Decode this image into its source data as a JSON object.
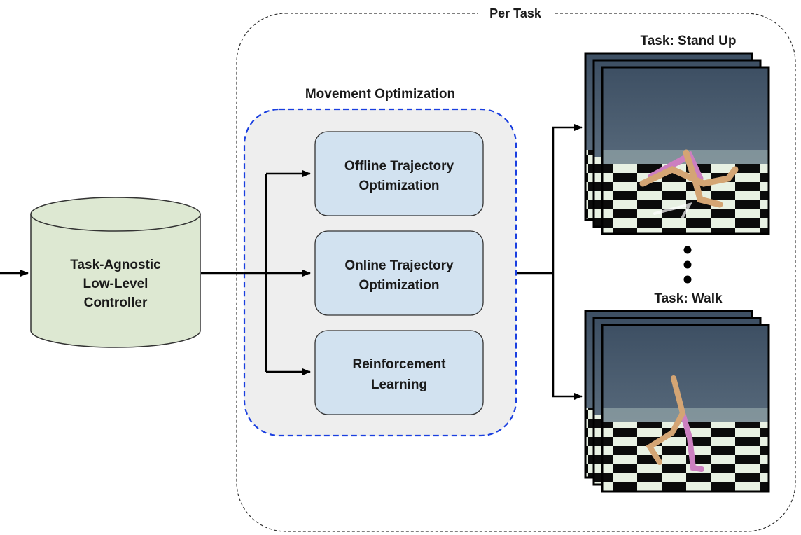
{
  "per_task_label": "Per Task",
  "movement_optimization": {
    "title": "Movement Optimization",
    "methods": [
      {
        "line1": "Offline Trajectory",
        "line2": "Optimization"
      },
      {
        "line1": "Online Trajectory",
        "line2": "Optimization"
      },
      {
        "line1": "Reinforcement",
        "line2": "Learning"
      }
    ]
  },
  "controller": {
    "line1": "Task-Agnostic",
    "line2": "Low-Level",
    "line3": "Controller"
  },
  "tasks": {
    "stand_up_label": "Task: Stand Up",
    "walk_label": "Task: Walk"
  },
  "colors": {
    "method_box_fill": "#d2e2f0",
    "controller_fill": "#dde8d2",
    "optimization_frame": "#1a3fe0",
    "optimization_bg": "#eeeeee",
    "sky": "#4f6275"
  }
}
